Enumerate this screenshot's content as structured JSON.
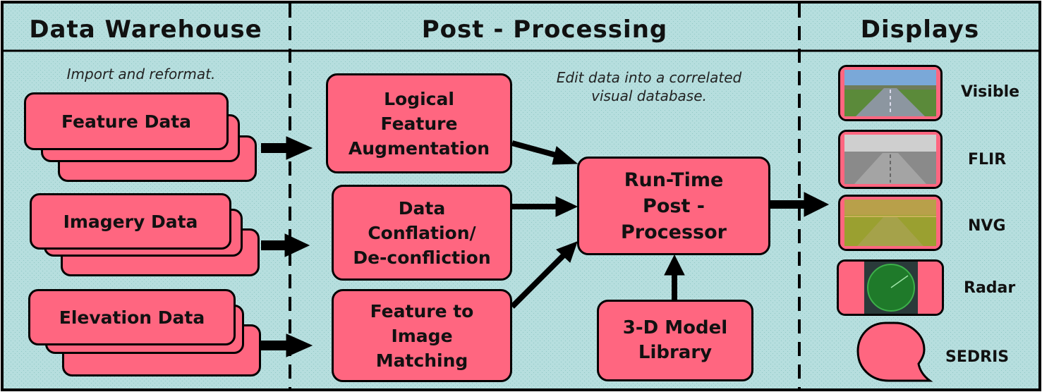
{
  "headers": {
    "data_warehouse": "Data Warehouse",
    "post_processing": "Post - Processing",
    "displays": "Displays"
  },
  "notes": {
    "import": "Import and reformat.",
    "edit_line1": "Edit data into a correlated",
    "edit_line2": "visual database."
  },
  "sources": {
    "feature": "Feature Data",
    "imagery": "Imagery Data",
    "elevation": "Elevation Data"
  },
  "processes": {
    "logical": "Logical\nFeature\nAugmentation",
    "conflation": "Data\nConflation/\nDe-confliction",
    "matching": "Feature to\nImage\nMatching",
    "runtime": "Run-Time\nPost -\nProcessor",
    "model_library": "3-D Model\nLibrary"
  },
  "displays": {
    "visible": "Visible",
    "flir": "FLIR",
    "nvg": "NVG",
    "radar": "Radar",
    "sedris": "SEDRIS"
  },
  "colors": {
    "background": "#b4dcdc",
    "box_fill": "#ff6680",
    "outline": "#000000"
  }
}
